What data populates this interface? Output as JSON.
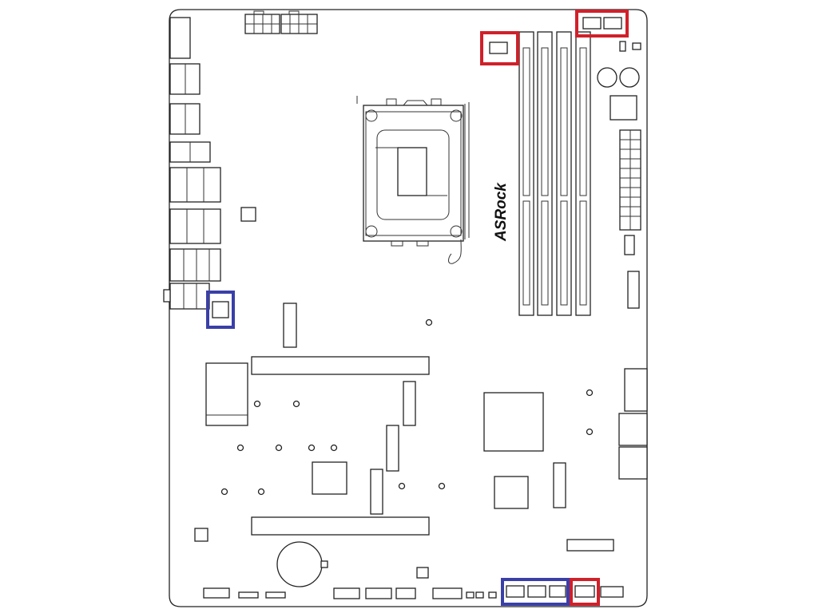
{
  "logo": {
    "text": "ASRock"
  },
  "highlights": {
    "red_color": "#d0202a",
    "blue_color": "#3a3fa8",
    "red_items": [
      "cpu-fan-headers-top-right",
      "fan-header-near-dimm",
      "fan-header-bottom-right"
    ],
    "blue_items": [
      "fan-header-rear-io",
      "fan-headers-bottom"
    ]
  }
}
